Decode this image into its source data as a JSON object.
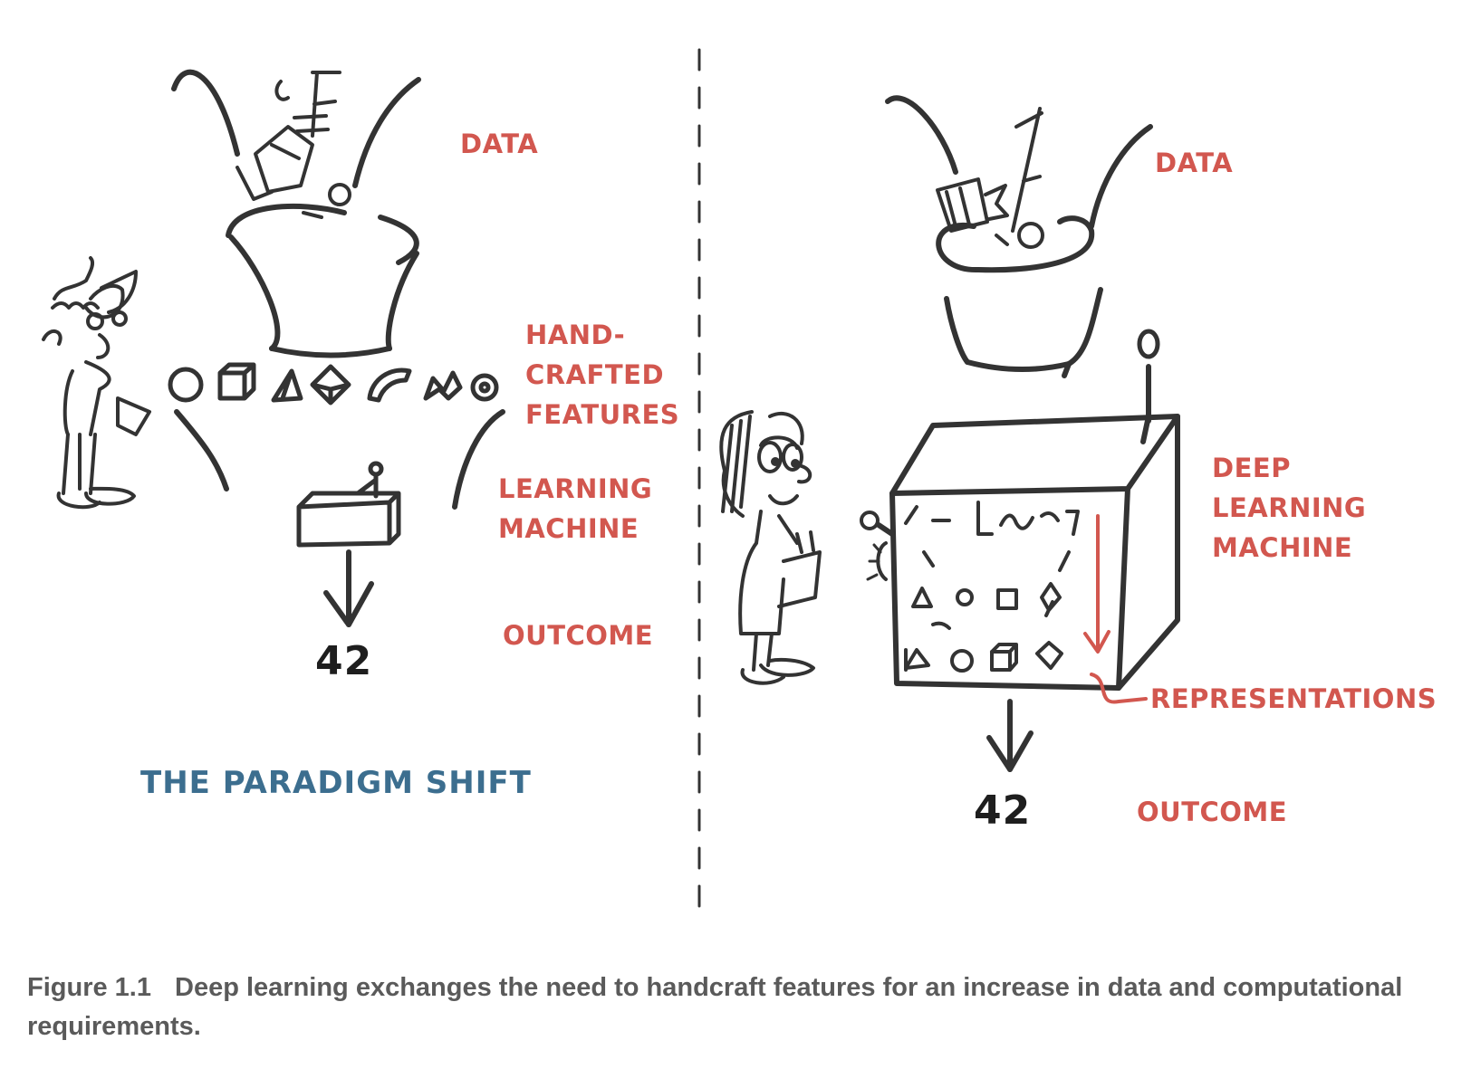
{
  "colors": {
    "label": "#d2574f",
    "title": "#3c6e8f",
    "ink": "#333333",
    "caption": "#5a5a5a"
  },
  "left_panel": {
    "data_label": "DATA",
    "features_label": [
      "HAND-",
      "CRAFTED",
      "FEATURES"
    ],
    "machine_label": [
      "LEARNING",
      "MACHINE"
    ],
    "outcome_label": "OUTCOME",
    "outcome_value": "42",
    "title": "THE PARADIGM SHIFT"
  },
  "right_panel": {
    "data_label": "DATA",
    "machine_label": [
      "DEEP",
      "LEARNING",
      "MACHINE"
    ],
    "representations_label": "REPRESENTATIONS",
    "outcome_label": "OUTCOME",
    "outcome_value": "42"
  },
  "caption": {
    "figure_number": "Figure 1.1",
    "text": "Deep learning exchanges the need to handcraft features for an increase in data and computational requirements."
  }
}
